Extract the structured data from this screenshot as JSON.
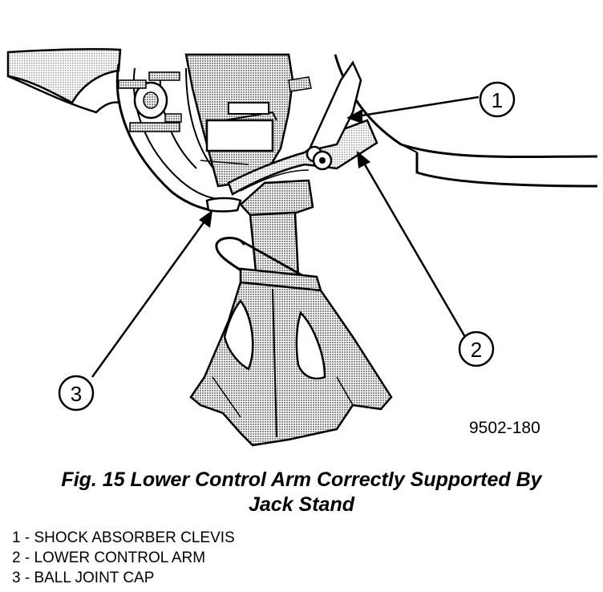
{
  "figure": {
    "code": "9502-180",
    "callouts": [
      {
        "number": "1"
      },
      {
        "number": "2"
      },
      {
        "number": "3"
      }
    ]
  },
  "caption": {
    "line1": "Fig. 15 Lower Control Arm Correctly Supported By",
    "line2": "Jack Stand"
  },
  "legend": [
    {
      "text": "1 - SHOCK ABSORBER CLEVIS"
    },
    {
      "text": "2 - LOWER CONTROL ARM"
    },
    {
      "text": "3 - BALL JOINT CAP"
    }
  ]
}
